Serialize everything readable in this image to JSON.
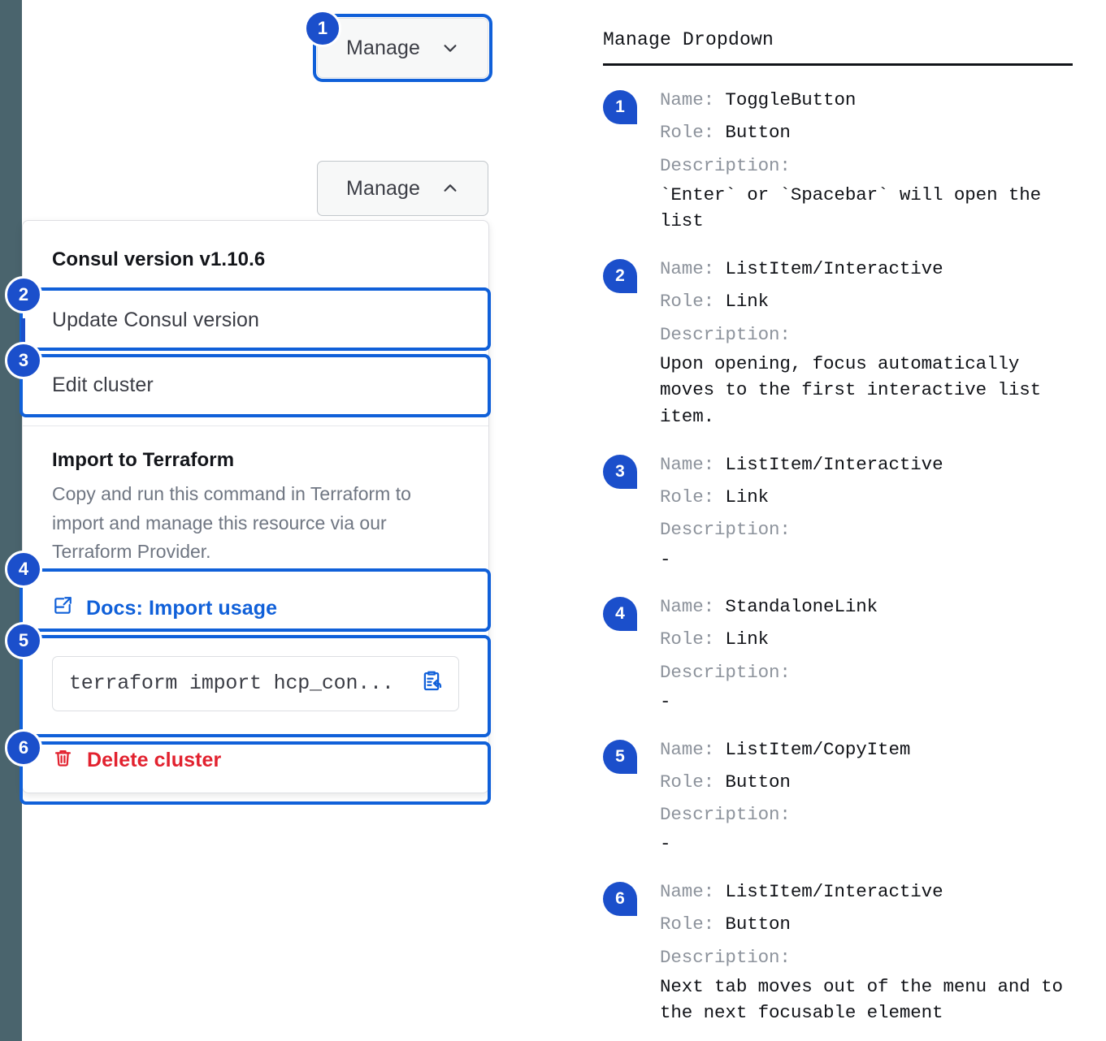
{
  "rail": {
    "color": "#4a646d"
  },
  "accent": {
    "blue": "#1060d9",
    "badge_blue": "#1b4fcb",
    "red": "#e2222f"
  },
  "demo": {
    "button_focused": {
      "label": "Manage",
      "icon": "chevron-down-icon",
      "badge": "1"
    },
    "button_open": {
      "label": "Manage",
      "icon": "chevron-up-icon"
    },
    "dropdown": {
      "version_header": "Consul version v1.10.6",
      "items": [
        {
          "badge": "2",
          "label": "Update Consul version"
        },
        {
          "badge": "3",
          "label": "Edit cluster"
        }
      ],
      "terraform": {
        "title": "Import to Terraform",
        "description": "Copy and run this command in Terraform to import and manage this resource via our Terraform Provider.",
        "docs_link": {
          "badge": "4",
          "label": "Docs: Import usage",
          "icon": "docs-external-link-icon"
        },
        "copy_field": {
          "badge": "5",
          "command": "terraform import hcp_con...",
          "icon": "clipboard-copy-icon"
        }
      },
      "delete": {
        "badge": "6",
        "label": "Delete cluster",
        "icon": "trash-icon"
      }
    }
  },
  "legend": {
    "title": "Manage Dropdown",
    "labels": {
      "name": "Name:",
      "role": "Role:",
      "description": "Description:"
    },
    "items": [
      {
        "badge": "1",
        "name": "ToggleButton",
        "role": "Button",
        "description": "`Enter` or `Spacebar` will open the list"
      },
      {
        "badge": "2",
        "name": "ListItem/Interactive",
        "role": "Link",
        "description": "Upon opening, focus automatically moves to the first interactive list item."
      },
      {
        "badge": "3",
        "name": "ListItem/Interactive",
        "role": "Link",
        "description": "-"
      },
      {
        "badge": "4",
        "name": "StandaloneLink",
        "role": "Link",
        "description": "-"
      },
      {
        "badge": "5",
        "name": "ListItem/CopyItem",
        "role": "Button",
        "description": "-"
      },
      {
        "badge": "6",
        "name": "ListItem/Interactive",
        "role": "Button",
        "description": "Next tab moves out of the menu and to the next focusable element"
      }
    ]
  }
}
